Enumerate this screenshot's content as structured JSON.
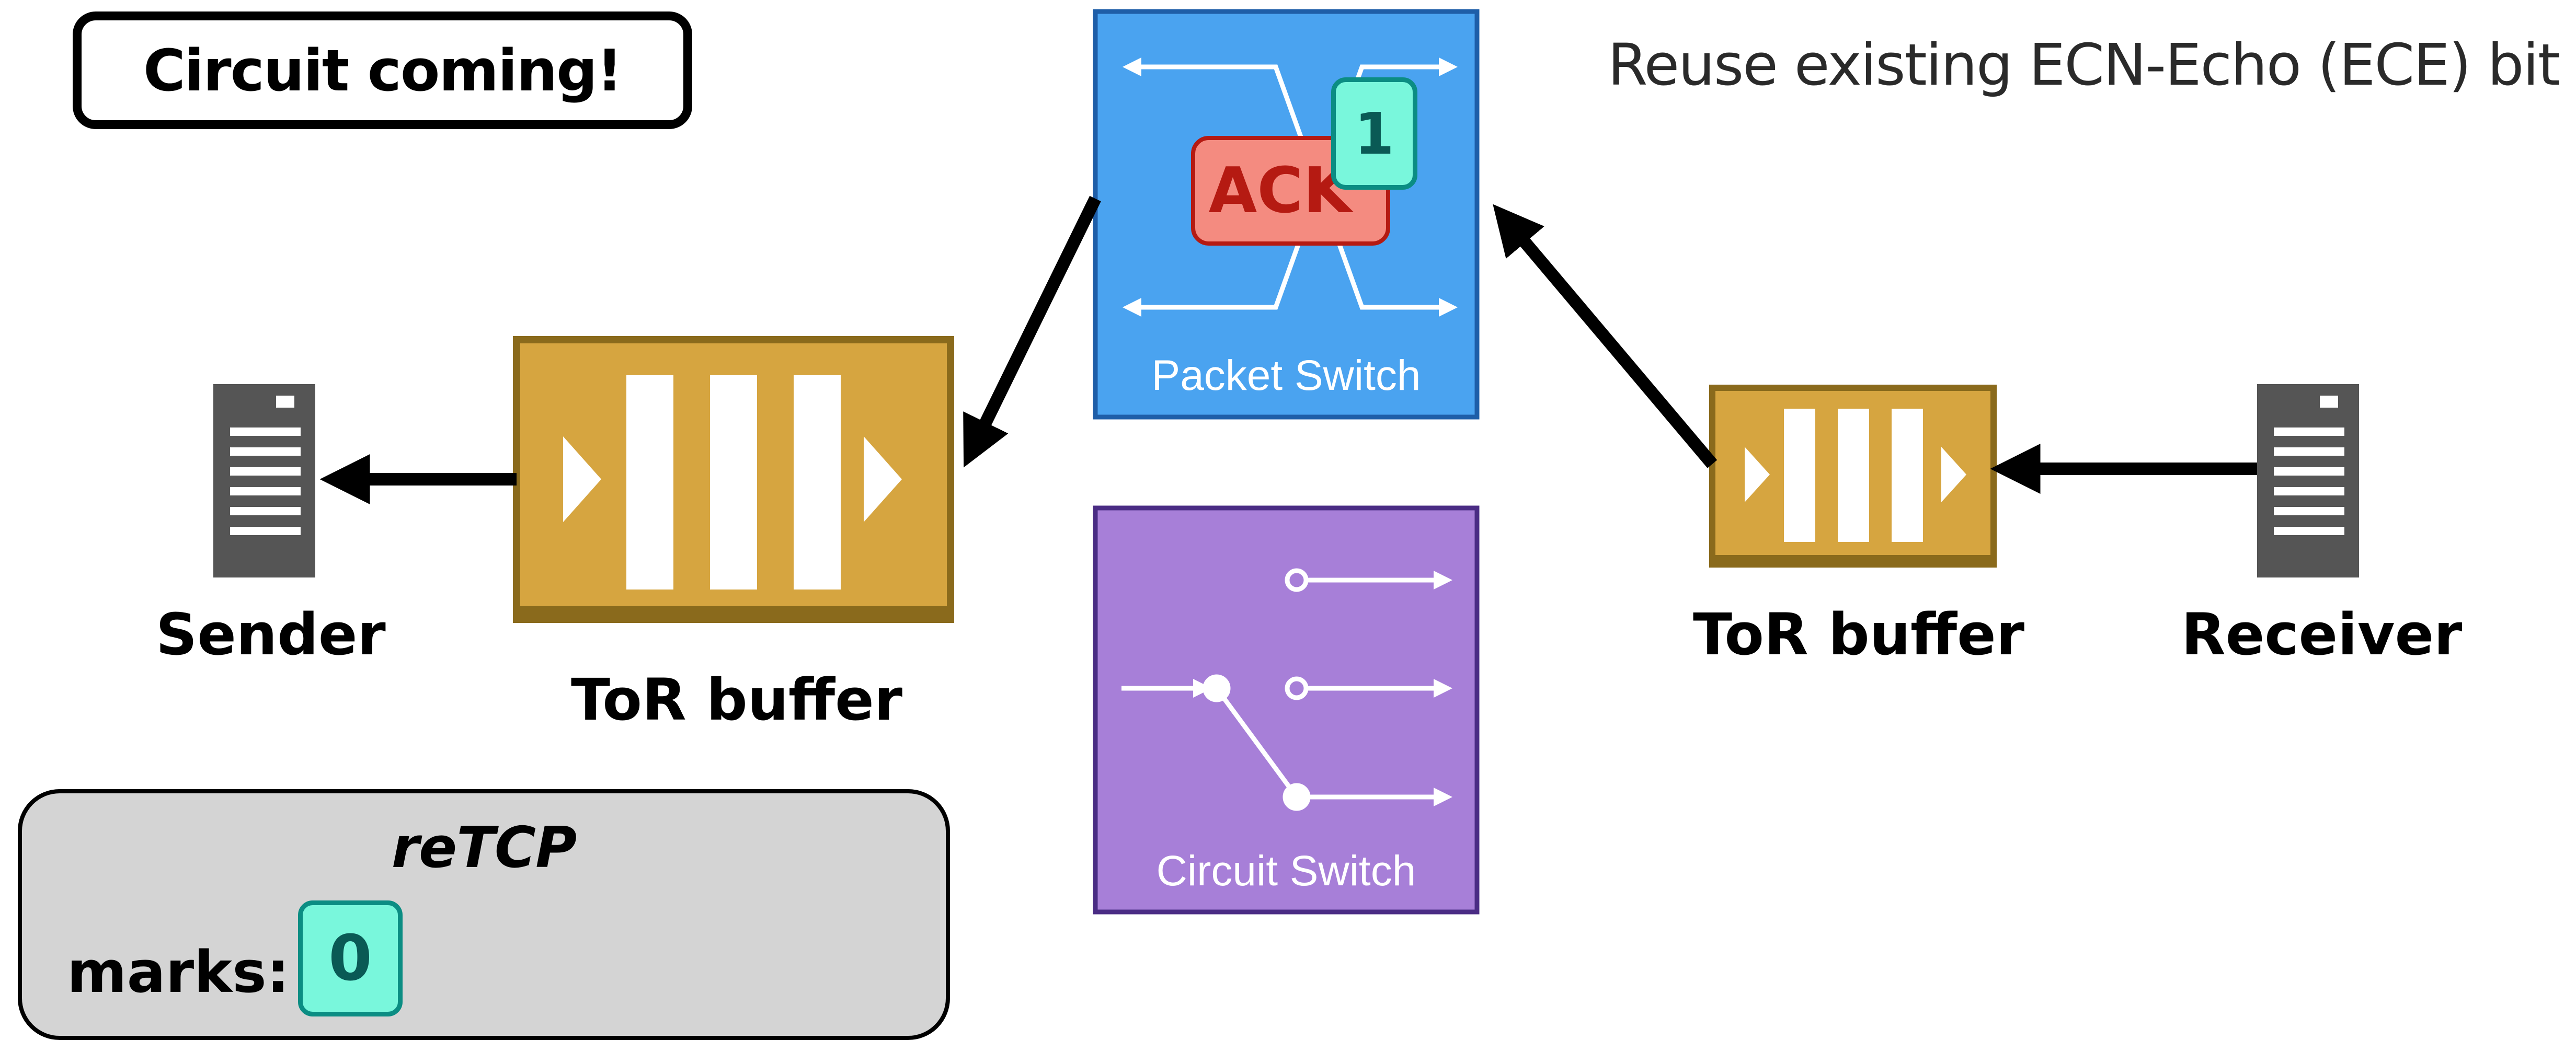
{
  "callout": {
    "text": "Circuit coming!"
  },
  "note": {
    "text": "Reuse existing ECN-Echo (ECE) bit"
  },
  "packet_switch": {
    "label": "Packet Switch",
    "color": "#4aa3f0",
    "border": "#1e5ea8"
  },
  "circuit_switch": {
    "label": "Circuit Switch",
    "color": "#a77fd8",
    "border": "#4a2c84"
  },
  "ack": {
    "label": "ACK",
    "count": "1"
  },
  "sender": {
    "label": "Sender"
  },
  "receiver": {
    "label": "Receiver"
  },
  "tor_left": {
    "label": "ToR buffer"
  },
  "tor_right": {
    "label": "ToR buffer"
  },
  "retcp": {
    "title": "reTCP",
    "marks_label": "marks:",
    "marks_value": "0"
  },
  "colors": {
    "buffer": "#d6a540",
    "buffer_border": "#8a6a1c",
    "server": "#555555",
    "counter_fill": "#79f7dc",
    "counter_border": "#0b8d83",
    "ack_fill": "#f48b80",
    "ack_border": "#b51a12"
  }
}
